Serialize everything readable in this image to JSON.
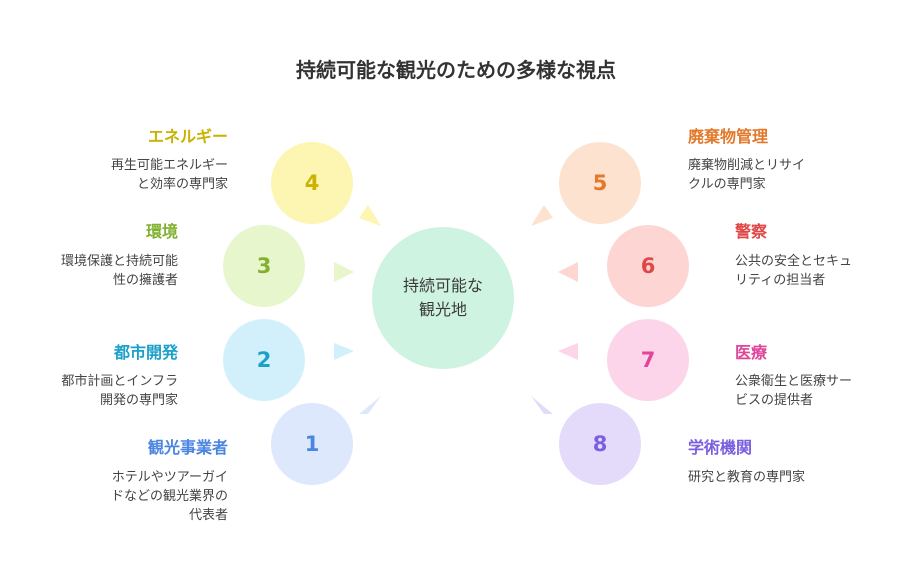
{
  "title": "持続可能な観光のための多様な視点",
  "center": {
    "line1": "持続可能な",
    "line2": "観光地"
  },
  "nodes": [
    {
      "number": "4",
      "label": "エネルギー",
      "desc_lines": [
        "再生可能エネルギー",
        "と効率の専門家"
      ],
      "color": "#c9b200",
      "fill": "#fdf5b2"
    },
    {
      "number": "3",
      "label": "環境",
      "desc_lines": [
        "環境保護と持続可能",
        "性の擁護者"
      ],
      "color": "#82b02f",
      "fill": "#e8f6cd"
    },
    {
      "number": "2",
      "label": "都市開発",
      "desc_lines": [
        "都市計画とインフラ",
        "開発の専門家"
      ],
      "color": "#1aa0c9",
      "fill": "#d2f0fb"
    },
    {
      "number": "1",
      "label": "観光事業者",
      "desc_lines": [
        "ホテルやツアーガイ",
        "ドなどの観光業界の",
        "代表者"
      ],
      "color": "#4a86e0",
      "fill": "#dde8fc"
    },
    {
      "number": "5",
      "label": "廃棄物管理",
      "desc_lines": [
        "廃棄物削減とリサイ",
        "クルの専門家"
      ],
      "color": "#e3792a",
      "fill": "#fde3cf"
    },
    {
      "number": "6",
      "label": "警察",
      "desc_lines": [
        "公共の安全とセキュ",
        "リティの担当者"
      ],
      "color": "#e04848",
      "fill": "#fdd6d4"
    },
    {
      "number": "7",
      "label": "医療",
      "desc_lines": [
        "公衆衛生と医療サー",
        "ビスの提供者"
      ],
      "color": "#e0479a",
      "fill": "#fcd5ea"
    },
    {
      "number": "8",
      "label": "学術機関",
      "desc_lines": [
        "研究と教育の専門家"
      ],
      "color": "#7b5fe0",
      "fill": "#e4dbfb"
    }
  ],
  "colors": {
    "center_fill": "#cff3e1",
    "title": "#333333"
  }
}
